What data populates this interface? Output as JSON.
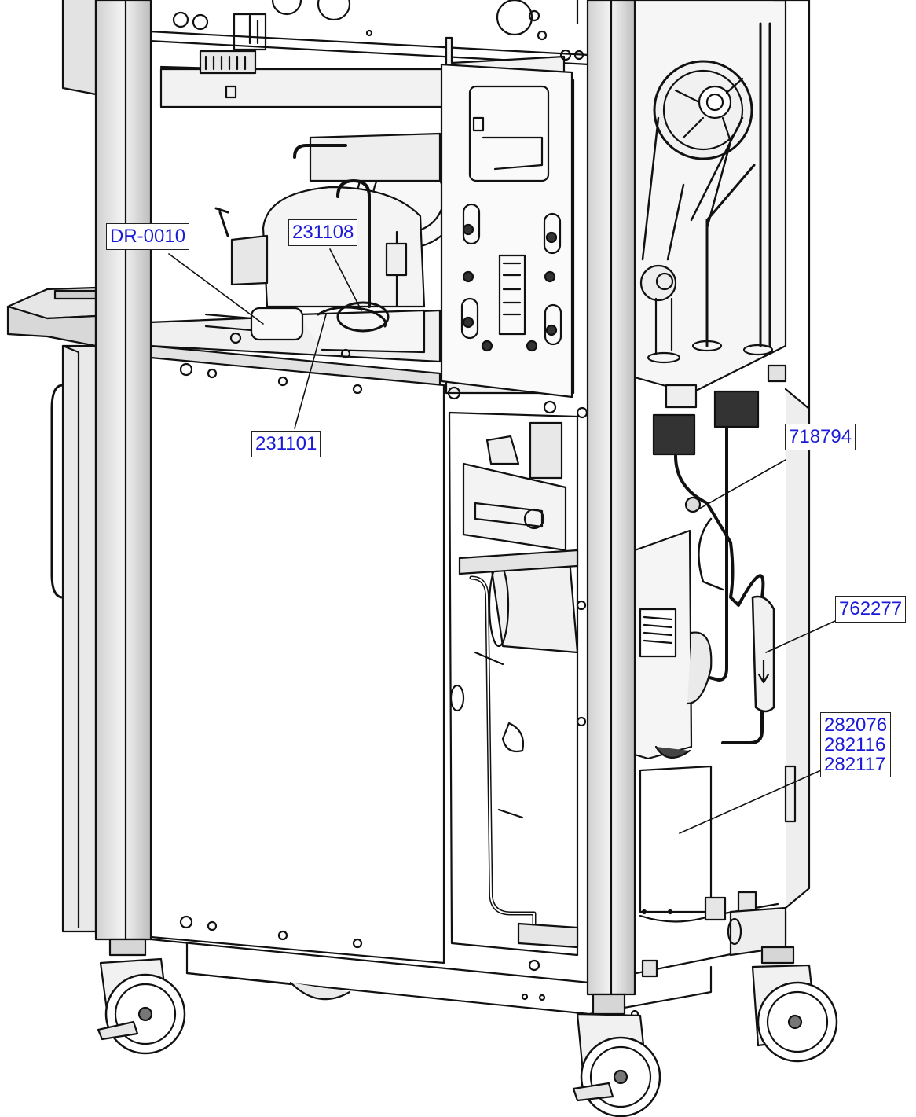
{
  "diagram": {
    "callouts": [
      {
        "id": "dr0010",
        "label": "DR-0010"
      },
      {
        "id": "c231108",
        "label": "231108"
      },
      {
        "id": "c231101",
        "label": "231101"
      },
      {
        "id": "c718794",
        "label": "718794"
      },
      {
        "id": "c762277",
        "label": "762277"
      },
      {
        "id": "cgroup",
        "labels": [
          "282076",
          "282116",
          "282117"
        ]
      }
    ]
  }
}
